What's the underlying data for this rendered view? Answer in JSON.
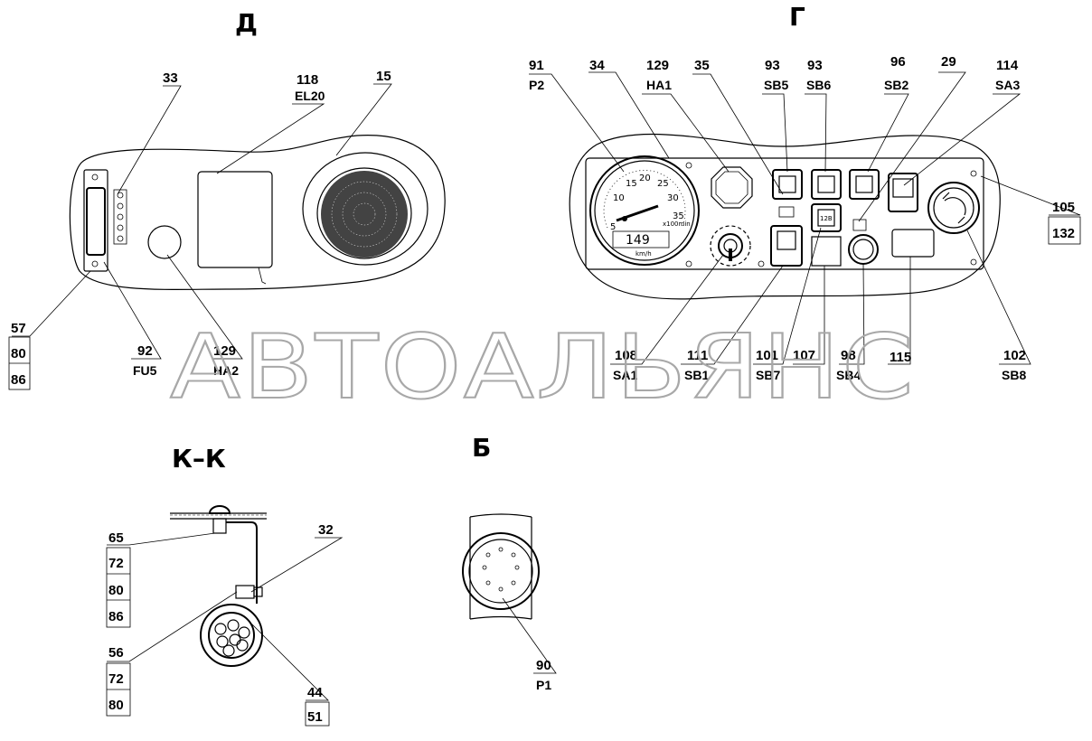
{
  "views": {
    "d": "Д",
    "g": "Г",
    "kk": "К–К",
    "b": "Б"
  },
  "watermark": "АВТОАЛЬЯНС",
  "labels_d": {
    "l33": "33",
    "l118": "118",
    "l118s": "EL20",
    "l15": "15",
    "l57": "57",
    "l80": "80",
    "l86": "86",
    "l92": "92",
    "l92s": "FU5",
    "l129": "129",
    "l129s": "HA2"
  },
  "labels_g": {
    "l91": "91",
    "l91s": "P2",
    "l34": "34",
    "l129": "129",
    "l129s": "HA1",
    "l35": "35",
    "l93a": "93",
    "l93as": "SB5",
    "l93b": "93",
    "l93bs": "SB6",
    "l96": "96",
    "l96s": "SB2",
    "l29": "29",
    "l114": "114",
    "l114s": "SA3",
    "l105": "105",
    "l132": "132",
    "l108": "108",
    "l108s": "SA1",
    "l111": "111",
    "l111s": "SB1",
    "l101": "101",
    "l101s": "SB7",
    "l107": "107",
    "l98": "98",
    "l98s": "SB4",
    "l115": "115",
    "l102": "102",
    "l102s": "SB8"
  },
  "speedometer": {
    "ticks": [
      "5",
      "10",
      "15",
      "20",
      "25",
      "30",
      "35"
    ],
    "unit": "x100min",
    "unit2": "km/h",
    "odometer": "149",
    "button_12b": "12B"
  },
  "labels_kk": {
    "l65": "65",
    "l72a": "72",
    "l80a": "80",
    "l86": "86",
    "l32": "32",
    "l56": "56",
    "l72b": "72",
    "l80b": "80",
    "l44": "44",
    "l51": "51"
  },
  "labels_b": {
    "l90": "90",
    "l90s": "P1"
  }
}
